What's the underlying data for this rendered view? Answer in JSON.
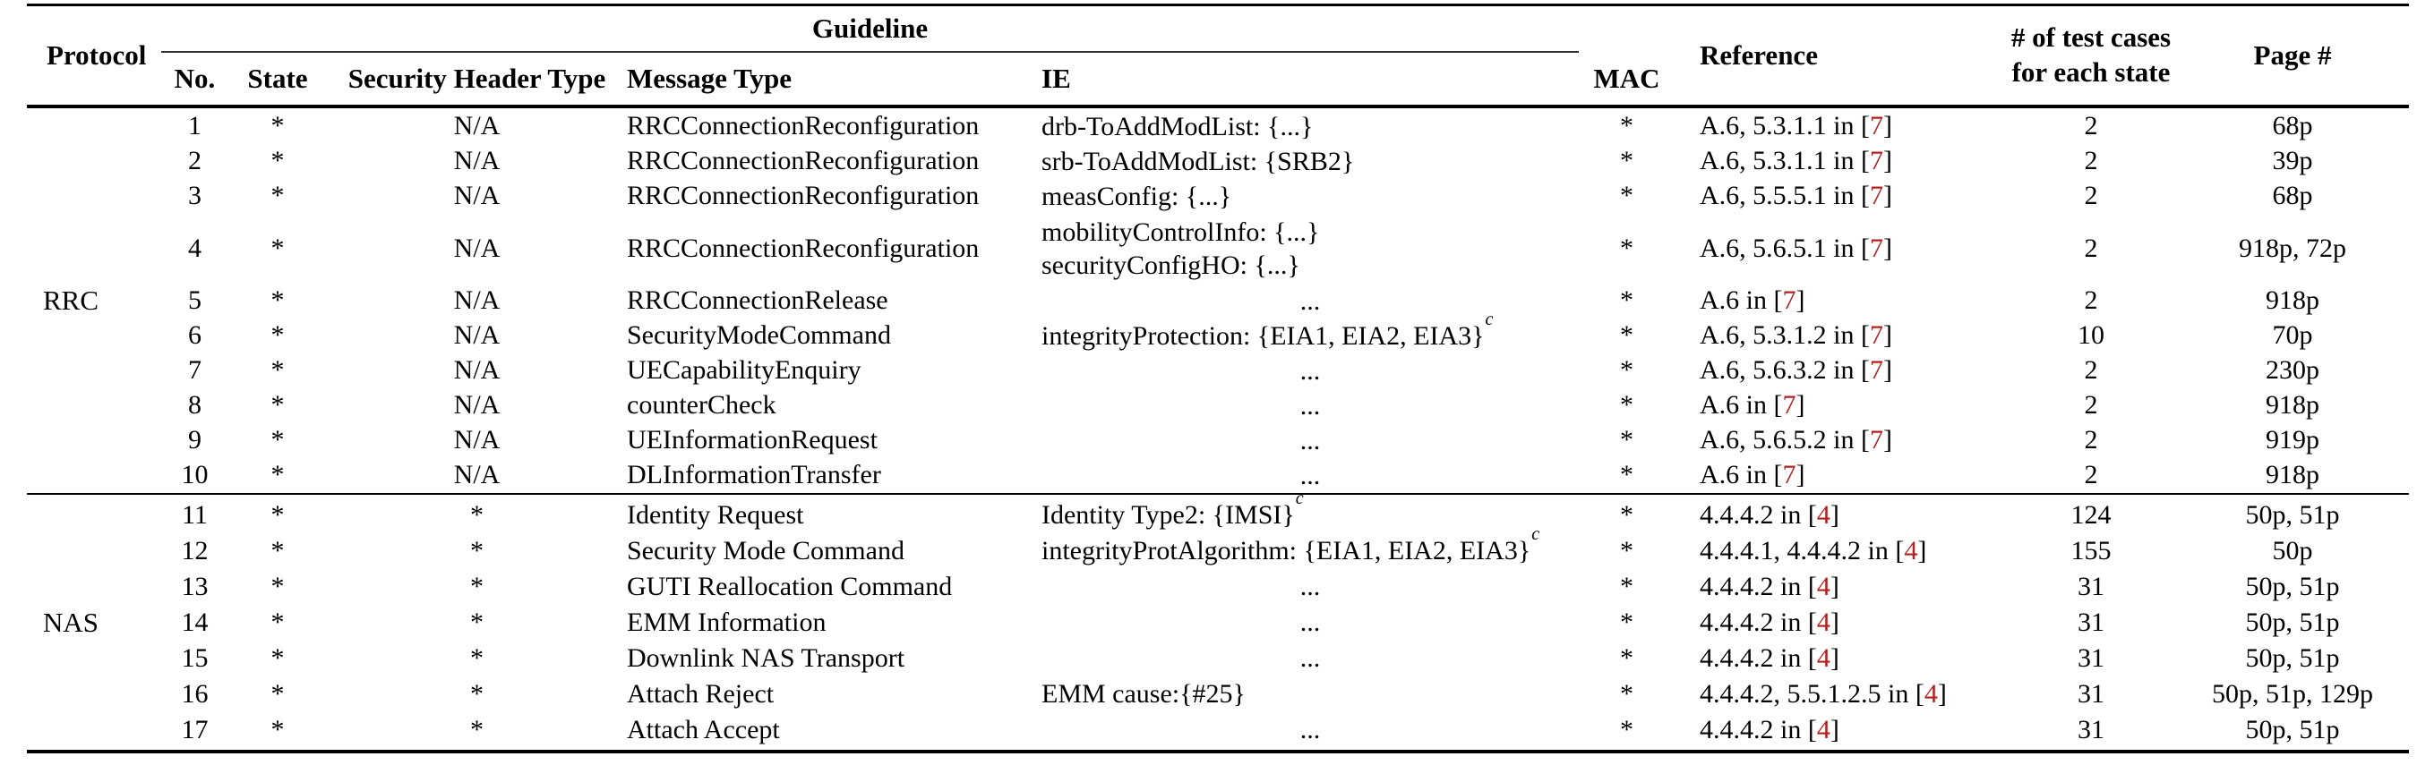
{
  "accent_color": "#b22222",
  "table": {
    "header": {
      "protocol": "Protocol",
      "guideline": "Guideline",
      "no": "No.",
      "state": "State",
      "security_header_type": "Security Header Type",
      "message_type": "Message Type",
      "ie": "IE",
      "mac": "MAC",
      "reference": "Reference",
      "test_cases_line1": "# of test cases",
      "test_cases_line2": "for each state",
      "page": "Page #"
    },
    "groups": [
      {
        "protocol": "RRC",
        "rows": [
          {
            "no": "1",
            "state": "*",
            "sht": "N/A",
            "msg": "RRCConnectionReconfiguration",
            "ie_lines": [
              "drb-ToAddModList: {...}"
            ],
            "ie_align": "left",
            "ie_sup": "",
            "mac": "*",
            "ref": "A.6, 5.3.1.1 in",
            "cite": "7",
            "tc": "2",
            "page": "68p"
          },
          {
            "no": "2",
            "state": "*",
            "sht": "N/A",
            "msg": "RRCConnectionReconfiguration",
            "ie_lines": [
              "srb-ToAddModList: {SRB2}"
            ],
            "ie_align": "left",
            "ie_sup": "",
            "mac": "*",
            "ref": "A.6, 5.3.1.1 in",
            "cite": "7",
            "tc": "2",
            "page": "39p"
          },
          {
            "no": "3",
            "state": "*",
            "sht": "N/A",
            "msg": "RRCConnectionReconfiguration",
            "ie_lines": [
              "measConfig: {...}"
            ],
            "ie_align": "left",
            "ie_sup": "",
            "mac": "*",
            "ref": "A.6, 5.5.5.1 in",
            "cite": "7",
            "tc": "2",
            "page": "68p"
          },
          {
            "no": "4",
            "state": "*",
            "sht": "N/A",
            "msg": "RRCConnectionReconfiguration",
            "ie_lines": [
              "mobilityControlInfo: {...}",
              "securityConfigHO: {...}"
            ],
            "ie_align": "left",
            "ie_sup": "",
            "mac": "*",
            "ref": "A.6, 5.6.5.1 in",
            "cite": "7",
            "tc": "2",
            "page": "918p, 72p"
          },
          {
            "no": "5",
            "state": "*",
            "sht": "N/A",
            "msg": "RRCConnectionRelease",
            "ie_lines": [
              "..."
            ],
            "ie_align": "center",
            "ie_sup": "",
            "mac": "*",
            "ref": "A.6 in",
            "cite": "7",
            "tc": "2",
            "page": "918p"
          },
          {
            "no": "6",
            "state": "*",
            "sht": "N/A",
            "msg": "SecurityModeCommand",
            "ie_lines": [
              "integrityProtection: {EIA1, EIA2, EIA3}"
            ],
            "ie_align": "left",
            "ie_sup": "c",
            "mac": "*",
            "ref": "A.6, 5.3.1.2 in",
            "cite": "7",
            "tc": "10",
            "page": "70p"
          },
          {
            "no": "7",
            "state": "*",
            "sht": "N/A",
            "msg": "UECapabilityEnquiry",
            "ie_lines": [
              "..."
            ],
            "ie_align": "center",
            "ie_sup": "",
            "mac": "*",
            "ref": "A.6, 5.6.3.2 in",
            "cite": "7",
            "tc": "2",
            "page": "230p"
          },
          {
            "no": "8",
            "state": "*",
            "sht": "N/A",
            "msg": "counterCheck",
            "ie_lines": [
              "..."
            ],
            "ie_align": "center",
            "ie_sup": "",
            "mac": "*",
            "ref": "A.6 in",
            "cite": "7",
            "tc": "2",
            "page": "918p"
          },
          {
            "no": "9",
            "state": "*",
            "sht": "N/A",
            "msg": "UEInformationRequest",
            "ie_lines": [
              "..."
            ],
            "ie_align": "center",
            "ie_sup": "",
            "mac": "*",
            "ref": "A.6, 5.6.5.2 in",
            "cite": "7",
            "tc": "2",
            "page": "919p"
          },
          {
            "no": "10",
            "state": "*",
            "sht": "N/A",
            "msg": "DLInformationTransfer",
            "ie_lines": [
              "..."
            ],
            "ie_align": "center",
            "ie_sup": "",
            "mac": "*",
            "ref": "A.6 in",
            "cite": "7",
            "tc": "2",
            "page": "918p"
          }
        ]
      },
      {
        "protocol": "NAS",
        "rows": [
          {
            "no": "11",
            "state": "*",
            "sht": "*",
            "msg": "Identity Request",
            "ie_lines": [
              "Identity Type2: {IMSI}"
            ],
            "ie_align": "left",
            "ie_sup": "c",
            "mac": "*",
            "ref": "4.4.4.2 in",
            "cite": "4",
            "tc": "124",
            "page": "50p, 51p"
          },
          {
            "no": "12",
            "state": "*",
            "sht": "*",
            "msg": "Security Mode Command",
            "ie_lines": [
              "integrityProtAlgorithm: {EIA1, EIA2, EIA3}"
            ],
            "ie_align": "left",
            "ie_sup": "c",
            "mac": "*",
            "ref": "4.4.4.1, 4.4.4.2 in",
            "cite": "4",
            "tc": "155",
            "page": "50p"
          },
          {
            "no": "13",
            "state": "*",
            "sht": "*",
            "msg": "GUTI Reallocation Command",
            "ie_lines": [
              "..."
            ],
            "ie_align": "center",
            "ie_sup": "",
            "mac": "*",
            "ref": "4.4.4.2 in",
            "cite": "4",
            "tc": "31",
            "page": "50p, 51p"
          },
          {
            "no": "14",
            "state": "*",
            "sht": "*",
            "msg": "EMM Information",
            "ie_lines": [
              "..."
            ],
            "ie_align": "center",
            "ie_sup": "",
            "mac": "*",
            "ref": "4.4.4.2 in",
            "cite": "4",
            "tc": "31",
            "page": "50p, 51p"
          },
          {
            "no": "15",
            "state": "*",
            "sht": "*",
            "msg": "Downlink NAS Transport",
            "ie_lines": [
              "..."
            ],
            "ie_align": "center",
            "ie_sup": "",
            "mac": "*",
            "ref": "4.4.4.2 in",
            "cite": "4",
            "tc": "31",
            "page": "50p, 51p"
          },
          {
            "no": "16",
            "state": "*",
            "sht": "*",
            "msg": "Attach Reject",
            "ie_lines": [
              "EMM cause:{#25}"
            ],
            "ie_align": "left",
            "ie_sup": "",
            "mac": "*",
            "ref": "4.4.4.2, 5.5.1.2.5 in",
            "cite": "4",
            "tc": "31",
            "page": "50p, 51p, 129p"
          },
          {
            "no": "17",
            "state": "*",
            "sht": "*",
            "msg": "Attach Accept",
            "ie_lines": [
              "..."
            ],
            "ie_align": "center",
            "ie_sup": "",
            "mac": "*",
            "ref": "4.4.4.2 in",
            "cite": "4",
            "tc": "31",
            "page": "50p, 51p"
          }
        ]
      }
    ]
  }
}
